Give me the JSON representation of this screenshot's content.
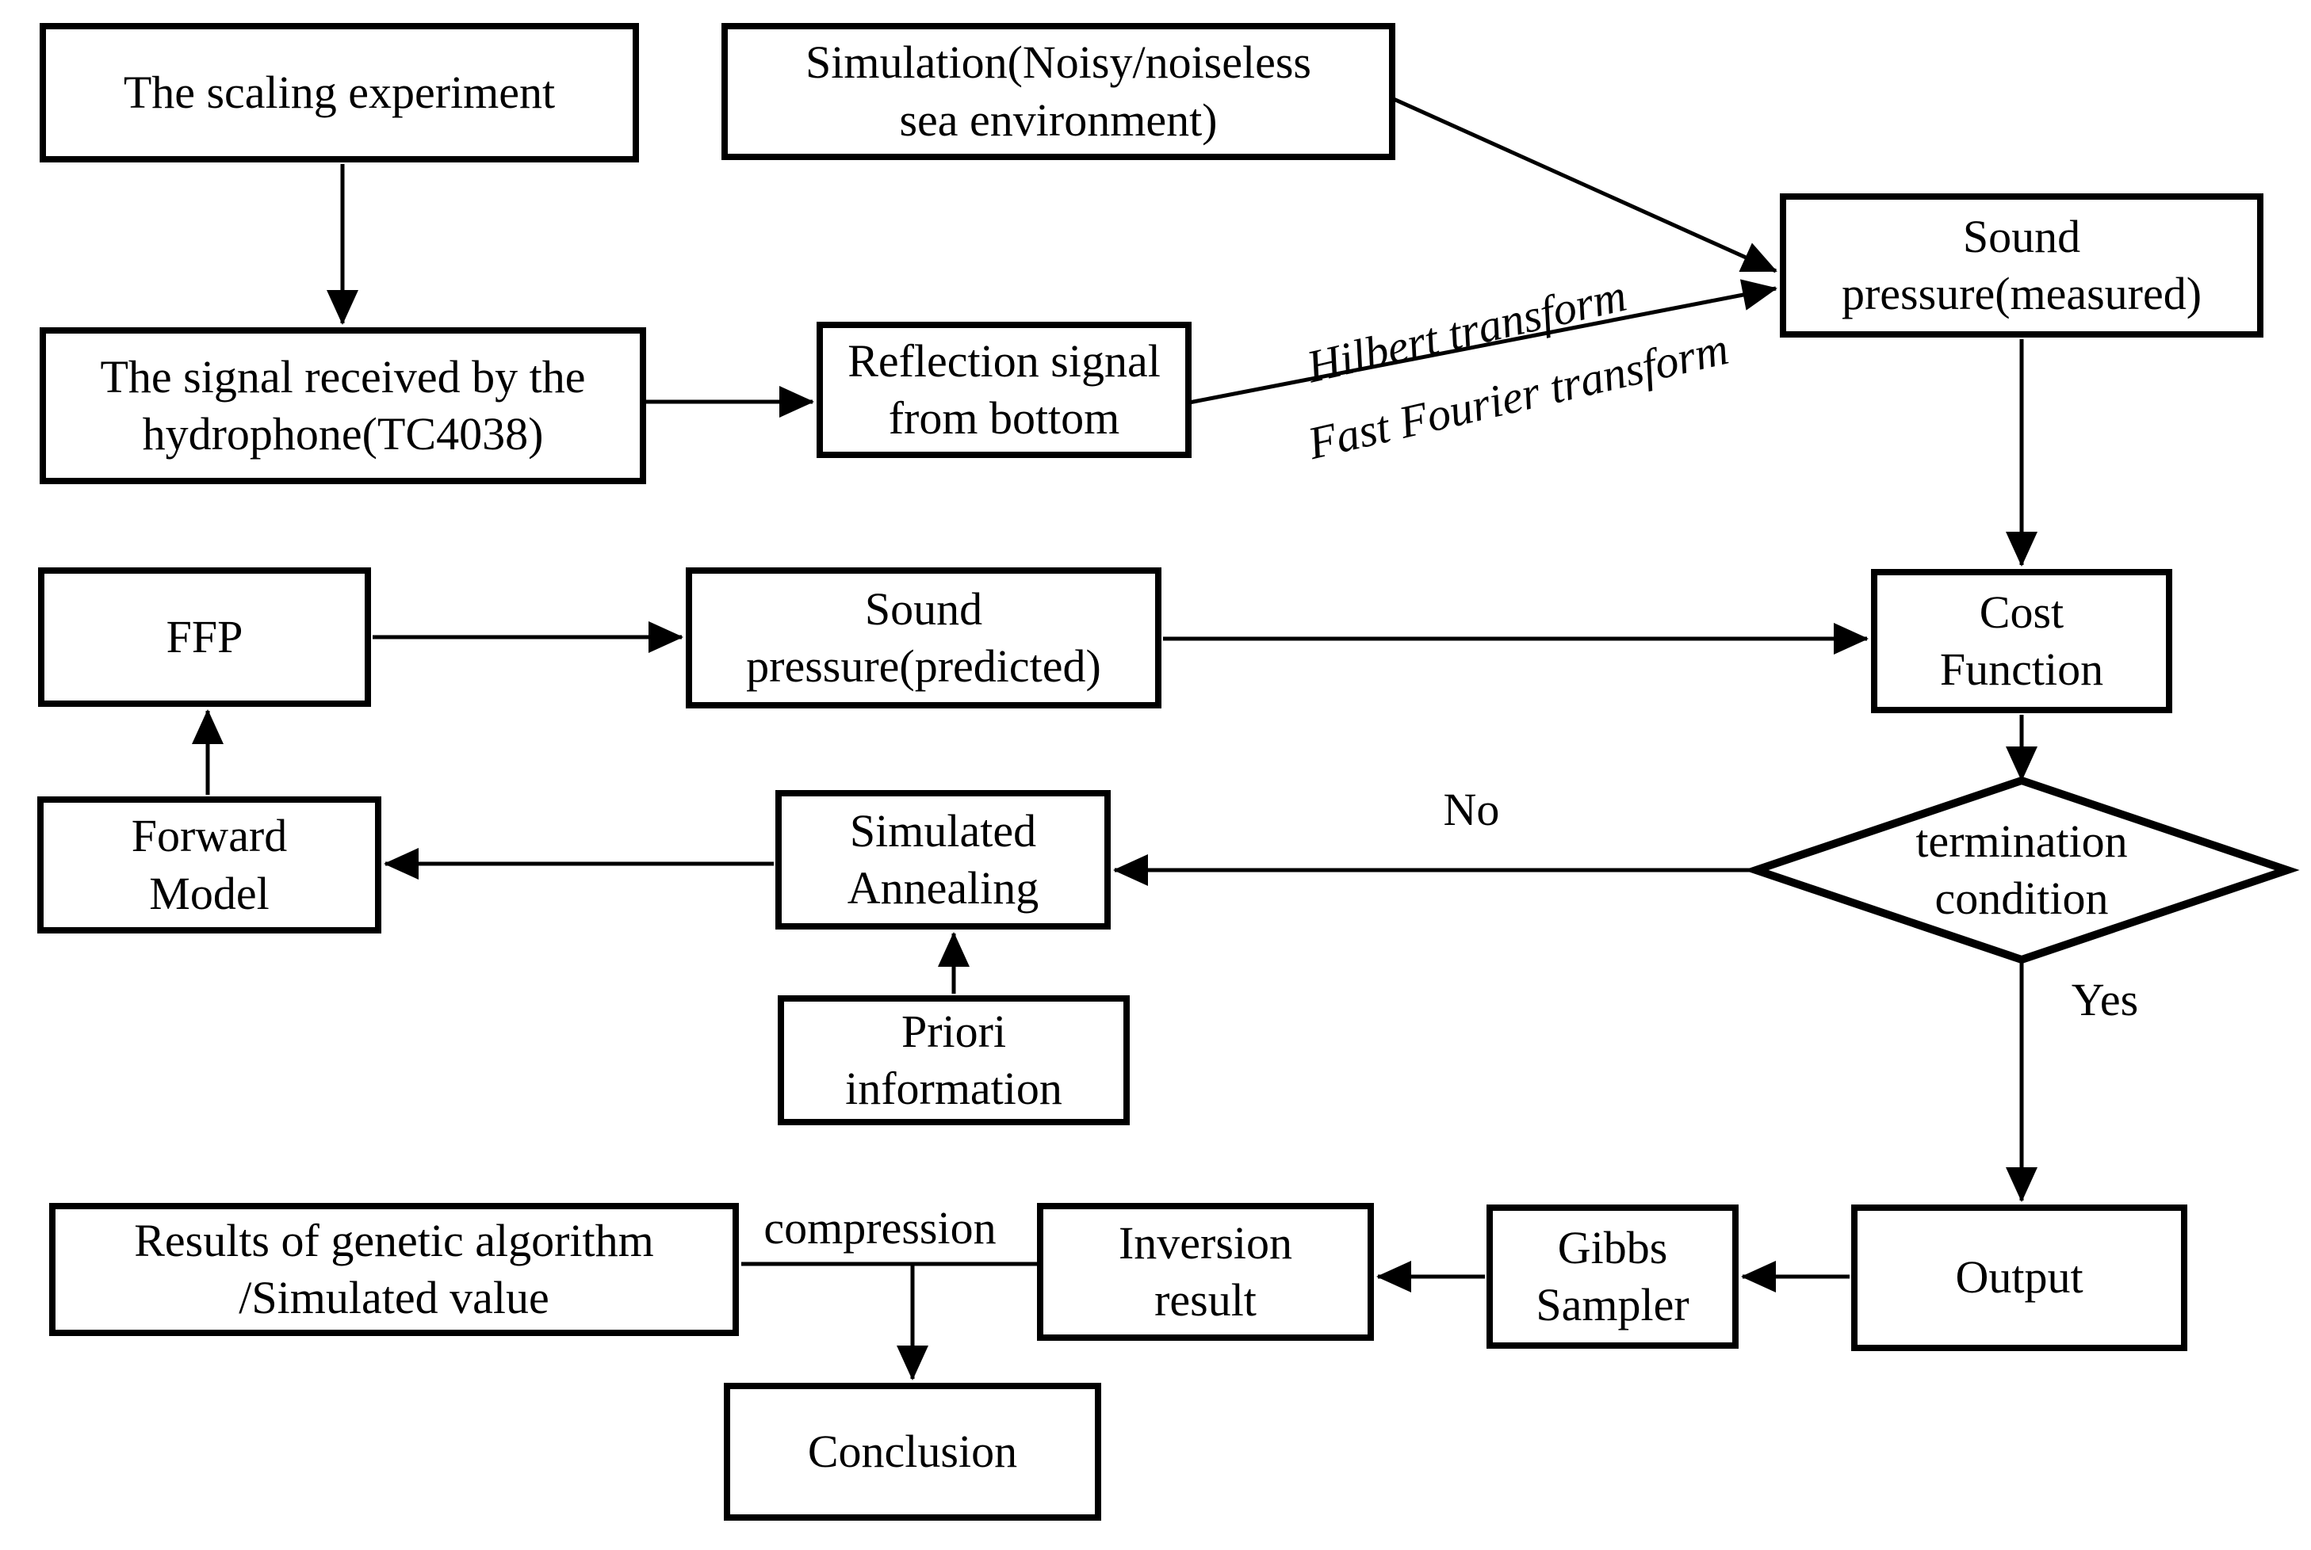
{
  "diagram": {
    "colors": {
      "background": "#ffffff",
      "stroke": "#000000",
      "text": "#000000"
    },
    "nodes": {
      "scaling_experiment": {
        "label": [
          "The scaling experiment"
        ],
        "shape": "rect"
      },
      "simulation": {
        "label": [
          "Simulation(Noisy/noiseless",
          "sea environment)"
        ],
        "shape": "rect"
      },
      "sound_pressure_measured": {
        "label": [
          "Sound",
          "pressure(measured)"
        ],
        "shape": "rect"
      },
      "signal_received": {
        "label": [
          "The signal received by the",
          "hydrophone(TC4038)"
        ],
        "shape": "rect"
      },
      "reflection_signal": {
        "label": [
          "Reflection signal",
          "from bottom"
        ],
        "shape": "rect"
      },
      "ffp": {
        "label": [
          "FFP"
        ],
        "shape": "rect"
      },
      "sound_pressure_predicted": {
        "label": [
          "Sound",
          "pressure(predicted)"
        ],
        "shape": "rect"
      },
      "cost_function": {
        "label": [
          "Cost",
          "Function"
        ],
        "shape": "rect"
      },
      "termination_condition": {
        "label": [
          "termination",
          "condition"
        ],
        "shape": "diamond"
      },
      "forward_model": {
        "label": [
          "Forward",
          "Model"
        ],
        "shape": "rect"
      },
      "simulated_annealing": {
        "label": [
          "Simulated",
          "Annealing"
        ],
        "shape": "rect"
      },
      "priori_information": {
        "label": [
          "Priori",
          "information"
        ],
        "shape": "rect"
      },
      "results_genetic_algorithm": {
        "label": [
          "Results of genetic algorithm",
          "/Simulated value"
        ],
        "shape": "rect"
      },
      "inversion_result": {
        "label": [
          "Inversion",
          "result"
        ],
        "shape": "rect"
      },
      "gibbs_sampler": {
        "label": [
          "Gibbs",
          "Sampler"
        ],
        "shape": "rect"
      },
      "output": {
        "label": [
          "Output"
        ],
        "shape": "rect"
      },
      "conclusion": {
        "label": [
          "Conclusion"
        ],
        "shape": "rect"
      }
    },
    "edge_labels": {
      "hilbert": "Hilbert transform",
      "fast_fourier": "Fast Fourier transform",
      "no": "No",
      "yes": "Yes",
      "compression": "compression"
    }
  }
}
